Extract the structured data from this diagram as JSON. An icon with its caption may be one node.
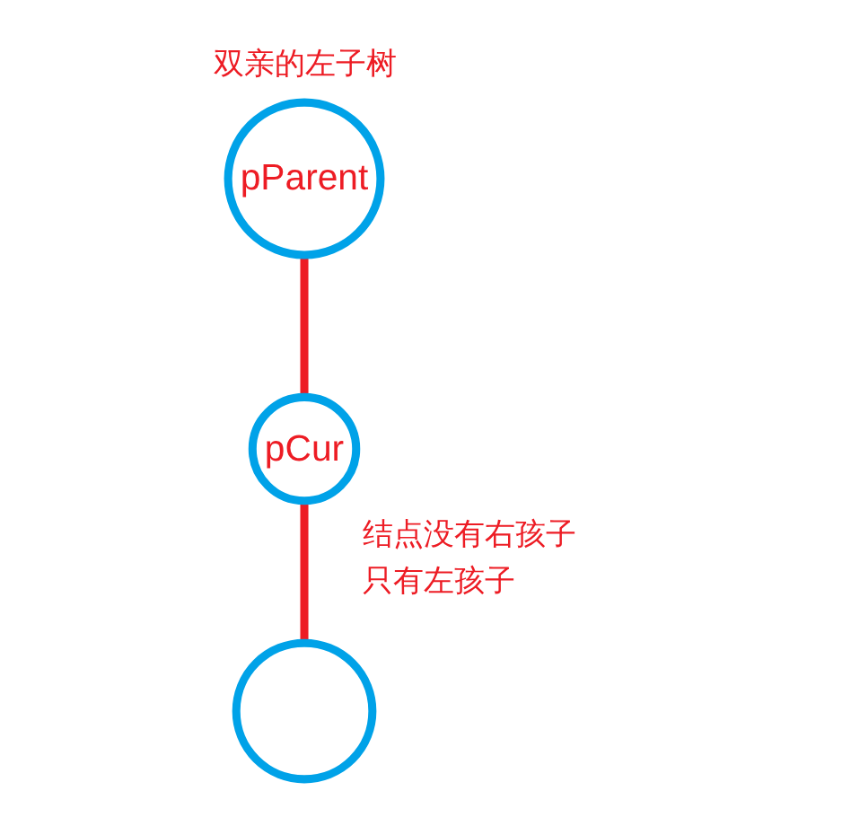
{
  "diagram": {
    "nodes": [
      {
        "text": [
          "pParent"
        ],
        "beside": [
          "双亲的左子树"
        ]
      },
      {
        "text": [
          "pCur"
        ],
        "beside": [
          "结点没有右孩子只有左孩子"
        ]
      },
      {
        "text": [],
        "shape": "circle"
      }
    ],
    "edges": [
      {
        "from": 0,
        "to": 1,
        "arrow": "none"
      },
      {
        "from": 1,
        "to": 2,
        "arrow": "none"
      }
    ]
  }
}
